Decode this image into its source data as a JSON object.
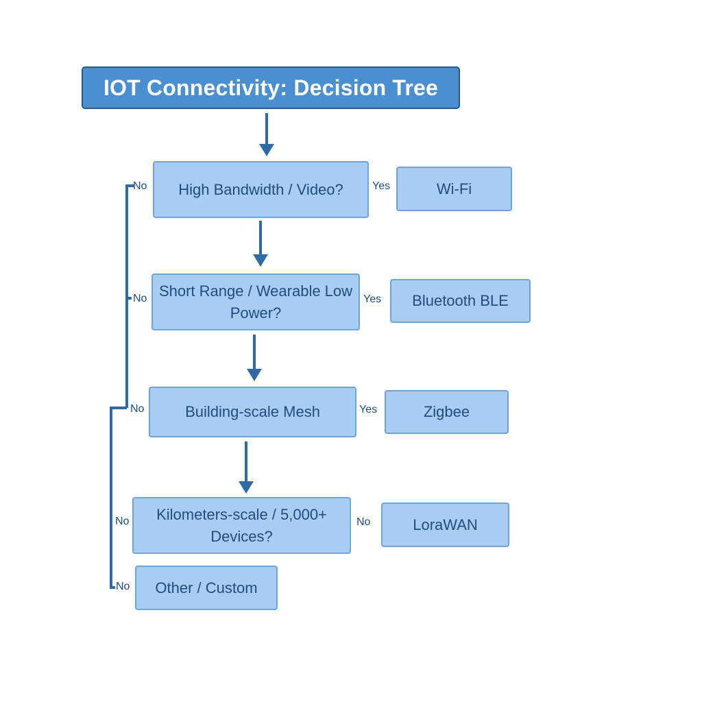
{
  "title": "IOT Connectivity: Decision Tree",
  "questions": [
    {
      "text": "High Bandwidth / Video?",
      "yes_label": "Yes",
      "no_label": "No"
    },
    {
      "text": "Short Range / Wearable Low Power?",
      "yes_label": "Yes",
      "no_label": "No"
    },
    {
      "text": "Building-scale Mesh",
      "yes_label": "Yes",
      "no_label": "No"
    },
    {
      "text": "Kilometers-scale / 5,000+ Devices?",
      "yes_label": "No",
      "no_label": "No"
    }
  ],
  "outcomes": [
    {
      "text": "Wi-Fi"
    },
    {
      "text": "Bluetooth BLE"
    },
    {
      "text": "Zigbee"
    },
    {
      "text": "LoraWAN"
    },
    {
      "text": "Other / Custom"
    }
  ],
  "final_no_label": "No",
  "colors": {
    "title_fill": "#4a8fd0",
    "node_fill": "#a9cdf2",
    "node_border": "#6ea4d8",
    "connector": "#2f6aa8",
    "text": "#1f4d7d"
  }
}
